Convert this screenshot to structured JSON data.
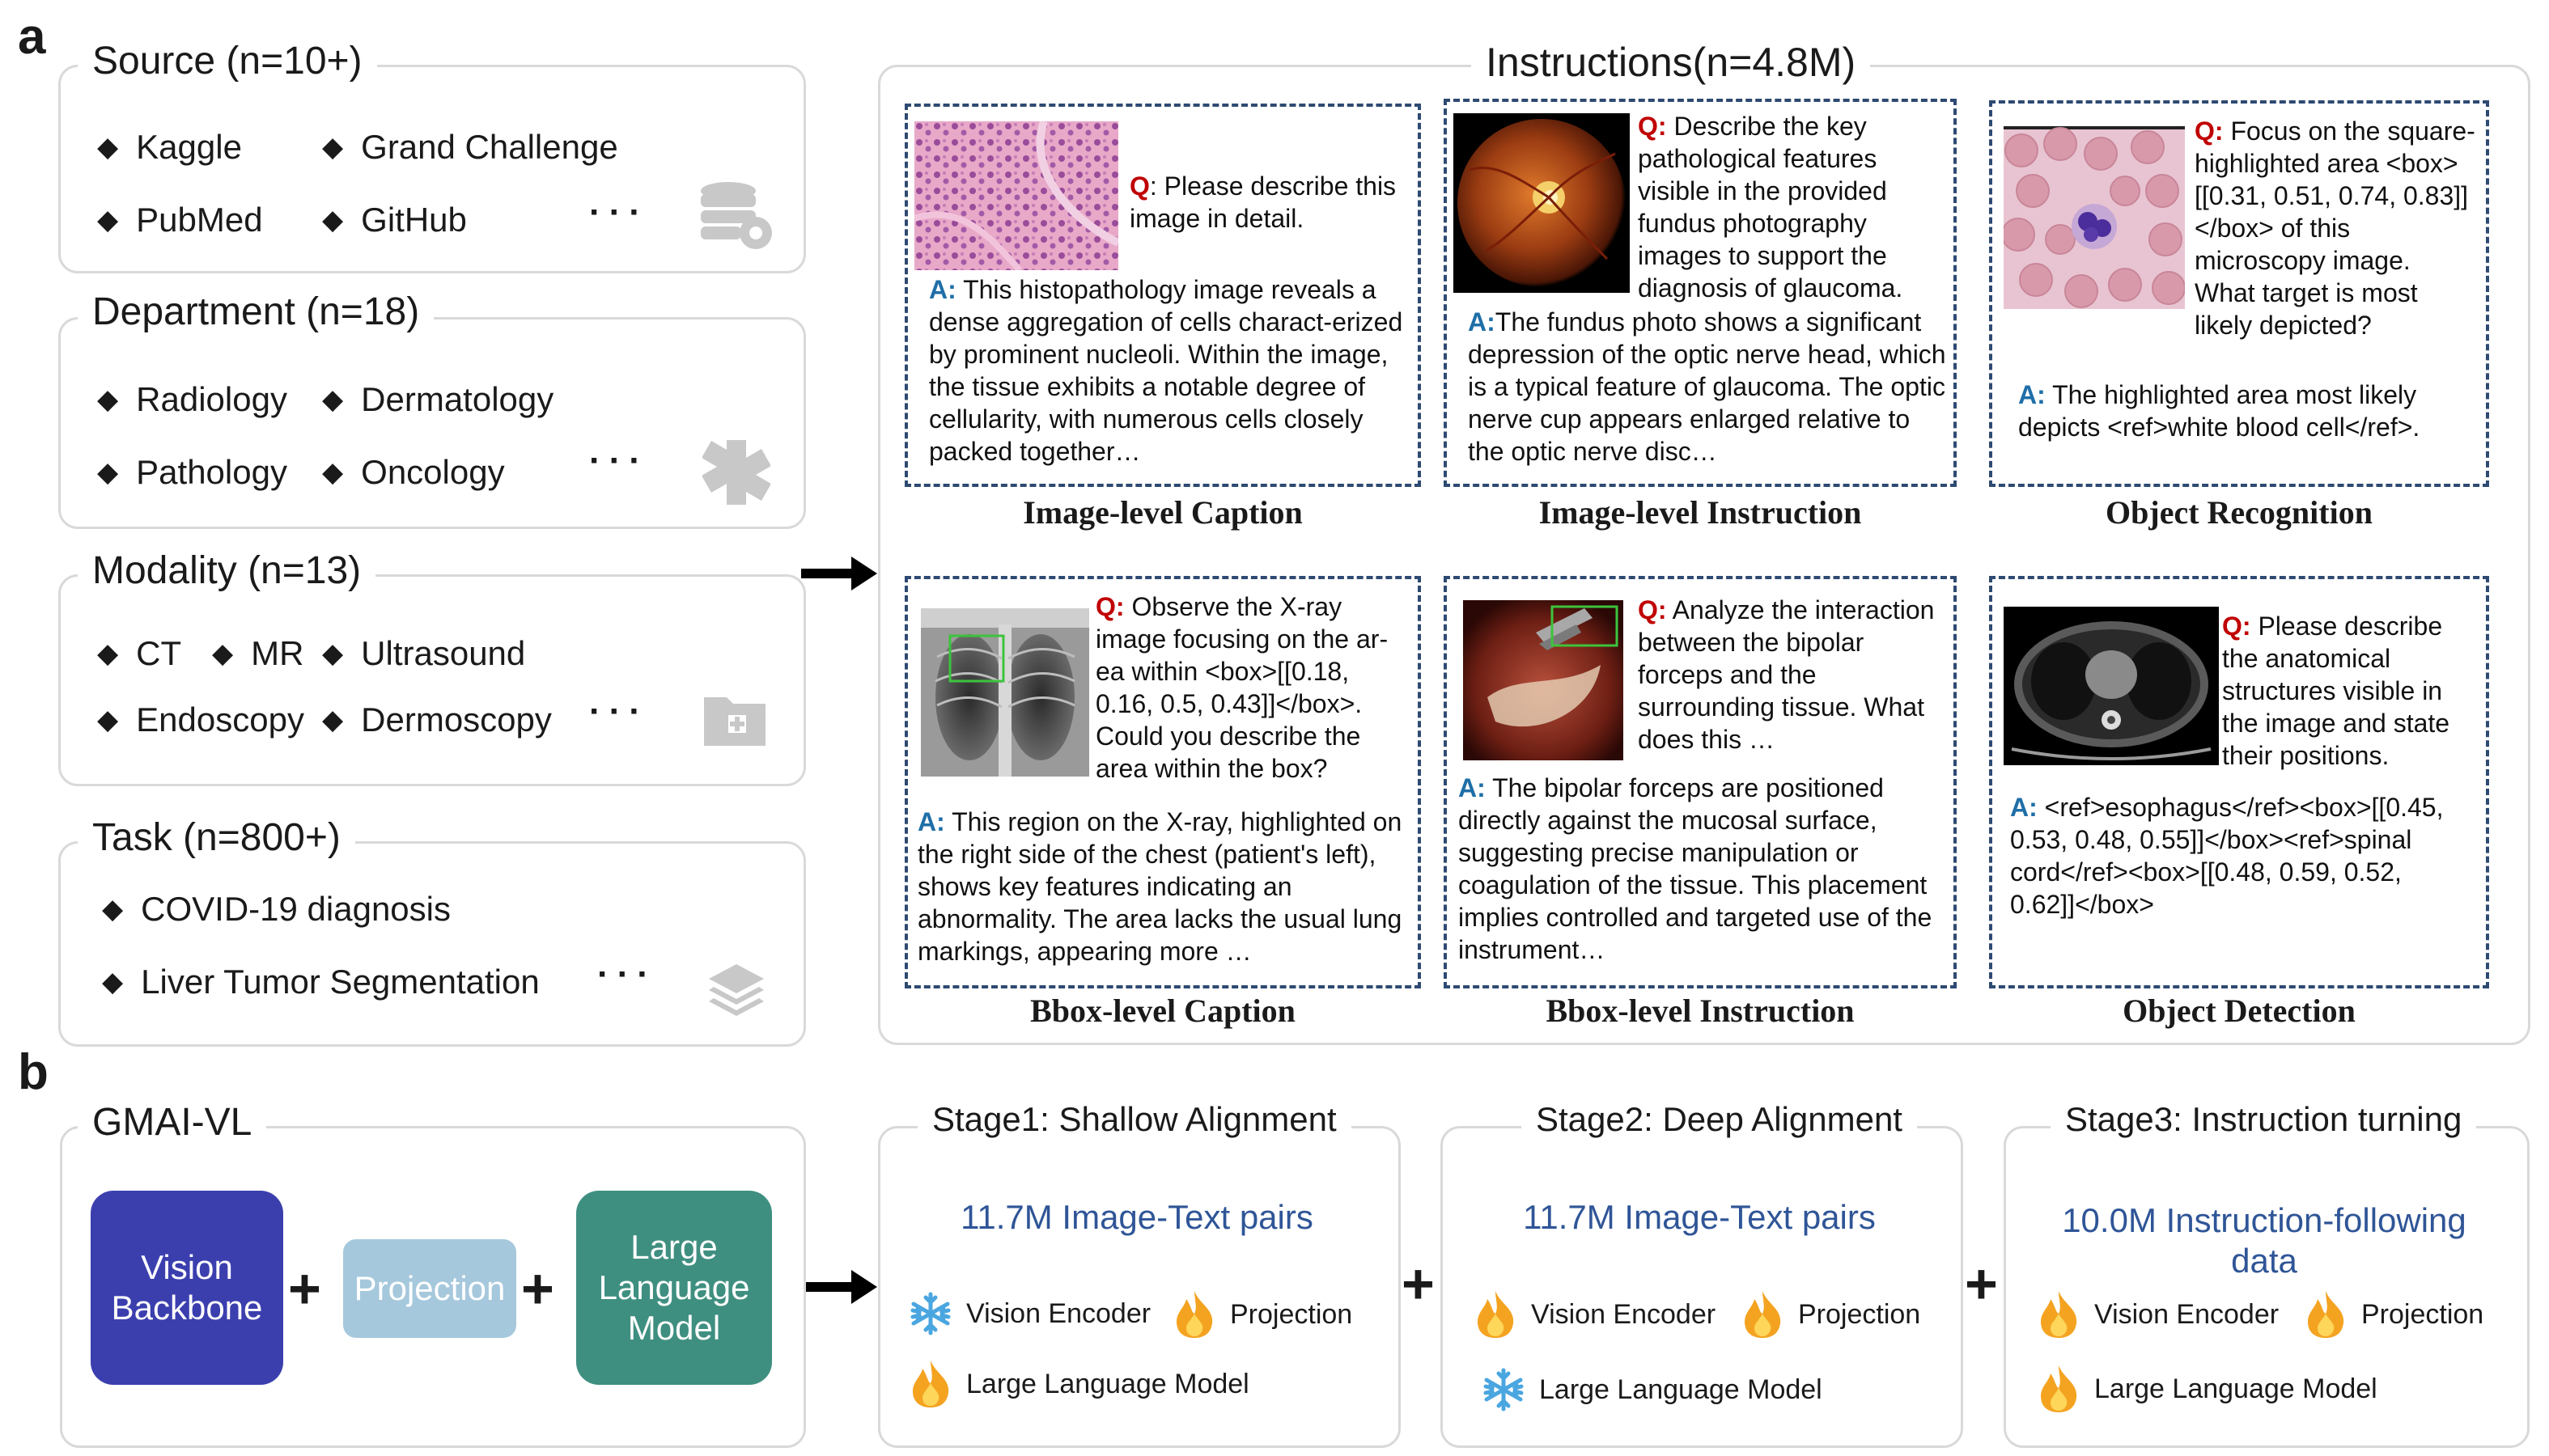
{
  "panel_a_label": "a",
  "panel_b_label": "b",
  "left_groups": [
    {
      "title": "Source (n=10+)",
      "items": [
        "Kaggle",
        "Grand Challenge",
        "PubMed",
        "GitHub"
      ],
      "icon": "database-gear-icon"
    },
    {
      "title": "Department (n=18)",
      "items": [
        "Radiology",
        "Dermatology",
        "Pathology",
        "Oncology"
      ],
      "icon": "medical-cross-icon"
    },
    {
      "title": "Modality (n=13)",
      "items": [
        "CT",
        "MR",
        "Ultrasound",
        "Endoscopy",
        "Dermoscopy"
      ],
      "icon": "medical-folder-icon"
    },
    {
      "title": "Task (n=800+)",
      "items": [
        "COVID-19 diagnosis",
        "Liver Tumor Segmentation"
      ],
      "icon": "layers-icon"
    }
  ],
  "ellipsis": "···",
  "bullet": "◆",
  "instructions_title": "Instructions(n=4.8M)",
  "cards": [
    {
      "caption": "Image-level Caption",
      "q_label": "Q",
      "q": "Please describe this image in detail.",
      "a_label": "A:",
      "a": "This histopathology image reveals a dense aggregation of cells charact-erized by prominent nucleoli. Within the image, the tissue exhibits a notable degree of cellularity, with numerous cells closely packed together…"
    },
    {
      "caption": "Image-level Instruction",
      "q_label": "Q:",
      "q": "Describe the key pathological features visible in the provided fundus photography images to support the diagnosis of glaucoma.",
      "a_label": "A:",
      "a": "The fundus photo shows a significant depression of the optic nerve head, which is a typical feature of glaucoma. The optic nerve cup appears enlarged relative to the optic nerve disc…"
    },
    {
      "caption": "Object Recognition",
      "q_label": "Q:",
      "q": "Focus on the square-highlighted area <box>[[0.31, 0.51, 0.74, 0.83]]</box> of this microscopy image. What target is most likely depicted?",
      "a_label": "A:",
      "a": "The highlighted area most likely depicts <ref>white blood cell</ref>."
    },
    {
      "caption": "Bbox-level Caption",
      "q_label": "Q:",
      "q": "Observe the X-ray image focusing on the ar-ea within <box>[[0.18, 0.16, 0.5, 0.43]]</box>. Could you describe the area within the box?",
      "a_label": "A:",
      "a": "This region on the X-ray, highlighted on the right side of the chest (patient's left), shows key features indicating an abnormality. The area lacks the usual lung markings, appearing more …"
    },
    {
      "caption": "Bbox-level Instruction",
      "q_label": "Q:",
      "q": "Analyze the interaction between the bipolar forceps and the surrounding tissue. What does this …",
      "a_label": "A:",
      "a": "The bipolar forceps are positioned directly against the mucosal surface, suggesting precise manipulation or coagulation of the tissue. This placement implies controlled and targeted use of the instrument…"
    },
    {
      "caption": "Object Detection",
      "q_label": "Q:",
      "q": "Please describe the anatomical structures visible in the image and state their positions.",
      "a_label": "A:",
      "a": "<ref>esophagus</ref><box>[[0.45, 0.53, 0.48, 0.55]]</box><ref>spinal cord</ref><box>[[0.48, 0.59, 0.52, 0.62]]</box>"
    }
  ],
  "model": {
    "title": "GMAI-VL",
    "vision_backbone": "Vision Backbone",
    "projection": "Projection",
    "llm": "Large Language Model",
    "plus": "+",
    "colors": {
      "vision": "#3b3fae",
      "projection": "#a6c8dc",
      "llm": "#3f8f80"
    }
  },
  "stages": [
    {
      "title": "Stage1: Shallow Alignment",
      "data_label": "11.7M  Image-Text pairs",
      "components": [
        {
          "label": "Vision Encoder",
          "state": "snowflake-icon"
        },
        {
          "label": "Projection",
          "state": "flame-icon"
        },
        {
          "label": "Large Language Model",
          "state": "flame-icon"
        }
      ]
    },
    {
      "title": "Stage2: Deep Alignment",
      "data_label": "11.7M  Image-Text pairs",
      "components": [
        {
          "label": "Vision Encoder",
          "state": "flame-icon"
        },
        {
          "label": "Projection",
          "state": "flame-icon"
        },
        {
          "label": "Large Language Model",
          "state": "snowflake-icon"
        }
      ]
    },
    {
      "title": "Stage3: Instruction turning",
      "data_label": "10.0M  Instruction-following data",
      "components": [
        {
          "label": "Vision Encoder",
          "state": "flame-icon"
        },
        {
          "label": "Projection",
          "state": "flame-icon"
        },
        {
          "label": "Large Language Model",
          "state": "flame-icon"
        }
      ]
    }
  ]
}
